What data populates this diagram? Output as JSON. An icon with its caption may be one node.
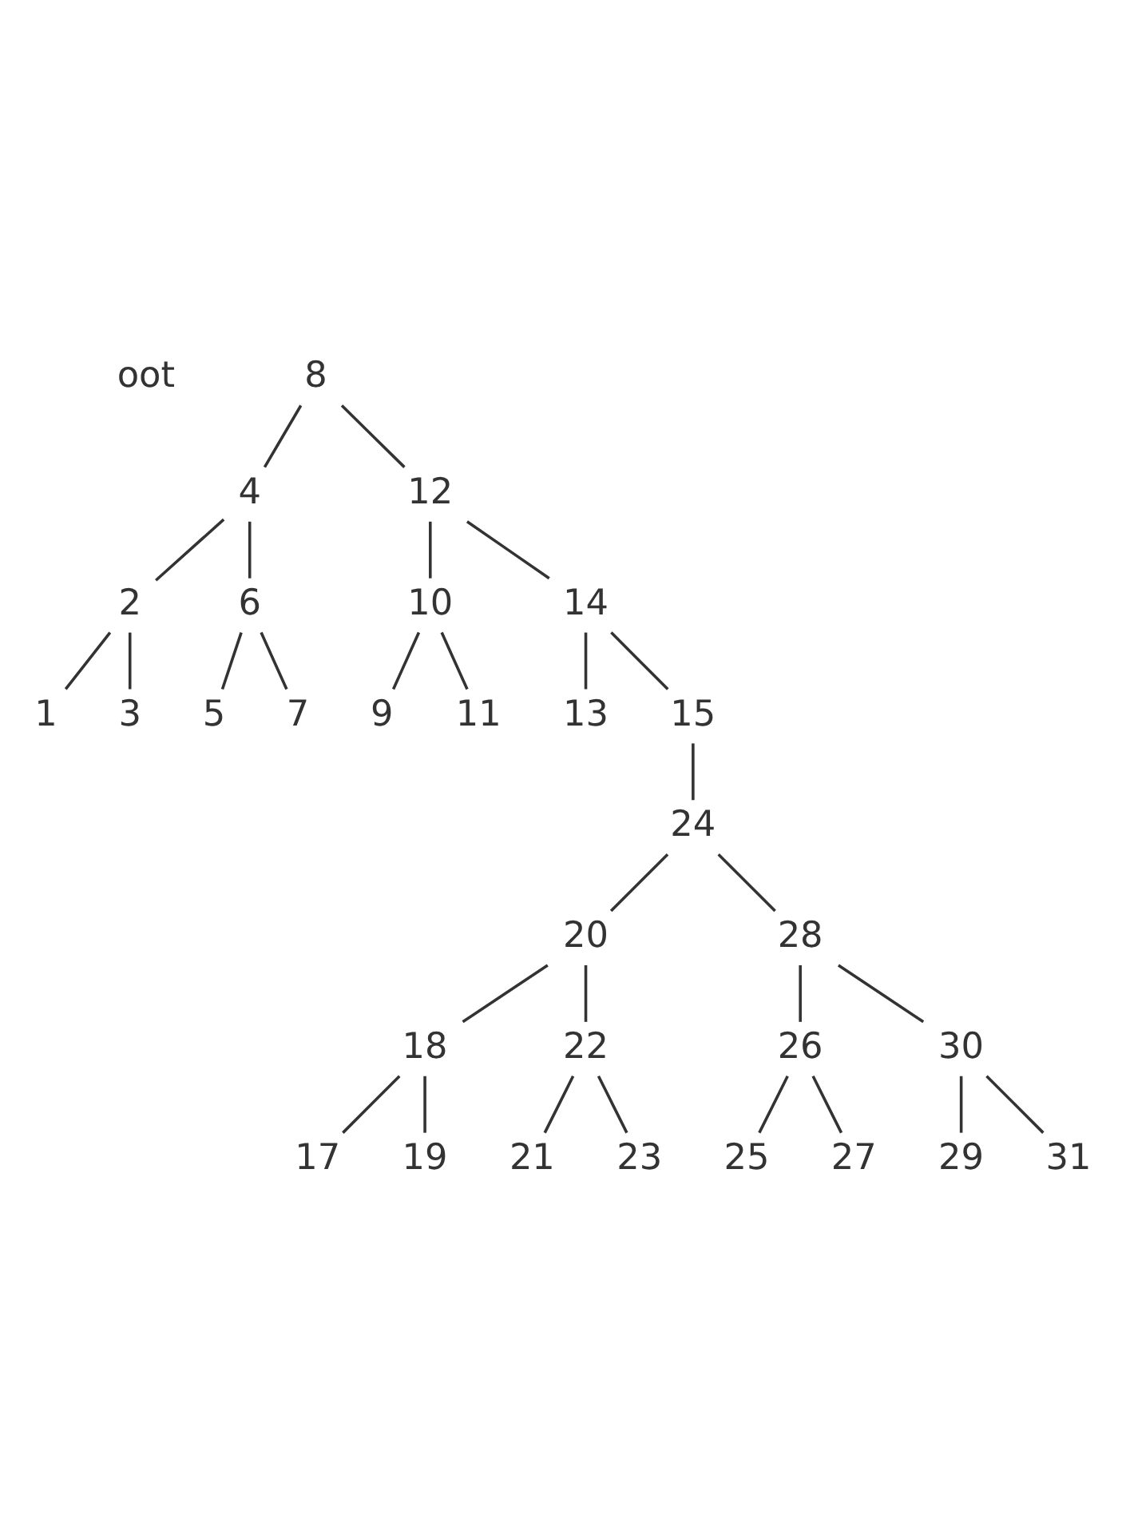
{
  "diagram": {
    "nodes": [
      {
        "text": [
          "8"
        ]
      },
      {
        "text": [
          "4"
        ]
      },
      {
        "text": [
          "12"
        ]
      },
      {
        "text": [
          "2"
        ]
      },
      {
        "text": [
          "6"
        ]
      },
      {
        "text": [
          "10"
        ]
      },
      {
        "text": [
          "14"
        ]
      },
      {
        "text": [
          "1"
        ]
      },
      {
        "text": [
          "3"
        ]
      },
      {
        "text": [
          "5"
        ]
      },
      {
        "text": [
          "7"
        ]
      },
      {
        "text": [
          "9"
        ]
      },
      {
        "text": [
          "11"
        ]
      },
      {
        "text": [
          "13"
        ]
      },
      {
        "text": [
          "15"
        ]
      },
      {
        "text": [
          "24"
        ]
      },
      {
        "text": [
          "20"
        ]
      },
      {
        "text": [
          "28"
        ]
      },
      {
        "text": [
          "18"
        ]
      },
      {
        "text": [
          "22"
        ]
      },
      {
        "text": [
          "26"
        ]
      },
      {
        "text": [
          "30"
        ]
      },
      {
        "text": [
          "17"
        ]
      },
      {
        "text": [
          "19"
        ]
      },
      {
        "text": [
          "21"
        ]
      },
      {
        "text": [
          "23"
        ]
      },
      {
        "text": [
          "25"
        ]
      },
      {
        "text": [
          "27"
        ]
      },
      {
        "text": [
          "29"
        ]
      },
      {
        "text": [
          "31"
        ]
      }
    ],
    "edges": [
      {
        "from": 0,
        "to": 1,
        "arrow": "none"
      },
      {
        "from": 0,
        "to": 2,
        "arrow": "none"
      },
      {
        "from": 1,
        "to": 3,
        "arrow": "none"
      },
      {
        "from": 1,
        "to": 4,
        "arrow": "none"
      },
      {
        "from": 2,
        "to": 5,
        "arrow": "none"
      },
      {
        "from": 2,
        "to": 6,
        "arrow": "none"
      },
      {
        "from": 3,
        "to": 7,
        "arrow": "none"
      },
      {
        "from": 3,
        "to": 8,
        "arrow": "none"
      },
      {
        "from": 4,
        "to": 9,
        "arrow": "none"
      },
      {
        "from": 4,
        "to": 10,
        "arrow": "none"
      },
      {
        "from": 5,
        "to": 11,
        "arrow": "none"
      },
      {
        "from": 5,
        "to": 12,
        "arrow": "none"
      },
      {
        "from": 6,
        "to": 13,
        "arrow": "none"
      },
      {
        "from": 6,
        "to": 14,
        "arrow": "none"
      },
      {
        "from": 14,
        "to": 15,
        "arrow": "none"
      },
      {
        "from": 15,
        "to": 16,
        "arrow": "none"
      },
      {
        "from": 15,
        "to": 17,
        "arrow": "none"
      },
      {
        "from": 16,
        "to": 18,
        "arrow": "none"
      },
      {
        "from": 16,
        "to": 19,
        "arrow": "none"
      },
      {
        "from": 17,
        "to": 20,
        "arrow": "none"
      },
      {
        "from": 17,
        "to": 21,
        "arrow": "none"
      },
      {
        "from": 18,
        "to": 22,
        "arrow": "none"
      },
      {
        "from": 18,
        "to": 23,
        "arrow": "none"
      },
      {
        "from": 19,
        "to": 24,
        "arrow": "none"
      },
      {
        "from": 19,
        "to": 25,
        "arrow": "none"
      },
      {
        "from": 20,
        "to": 26,
        "arrow": "none"
      },
      {
        "from": 20,
        "to": 27,
        "arrow": "none"
      },
      {
        "from": 21,
        "to": 28,
        "arrow": "none"
      },
      {
        "from": 21,
        "to": 29,
        "arrow": "none"
      }
    ],
    "labels": [
      "oot"
    ]
  }
}
